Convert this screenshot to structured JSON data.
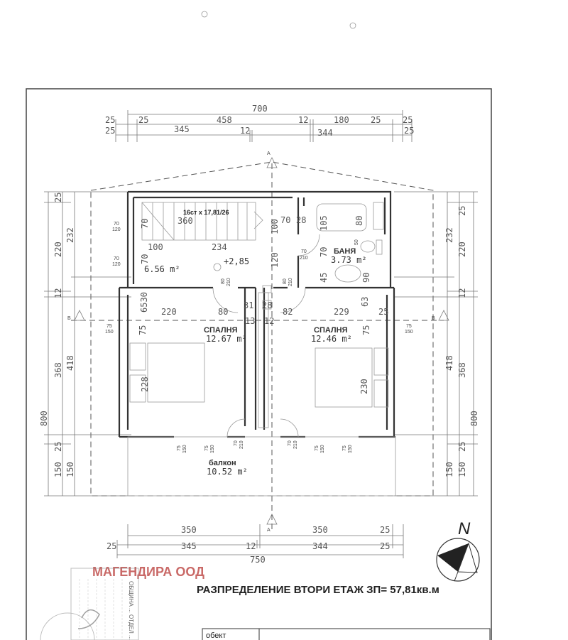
{
  "drawing": {
    "title": "РАЗПРЕДЕЛЕНИЕ  ВТОРИ ЕТАЖ  ЗП= 57,81кв.м",
    "company_stamp": "МАГЕНДИРА ООД",
    "municipal_stamp_text": "ОБЩИНА ... ОТДЕЛ ...",
    "title_block": {
      "label": "обект"
    },
    "north_label": "N",
    "section_marks": {
      "a": "A",
      "b": "B"
    },
    "accent_color": "#c0504d"
  },
  "dimensions": {
    "top_overall": "700",
    "top_row1": [
      "25",
      "25",
      "458",
      "12",
      "180",
      "25",
      "25"
    ],
    "top_row2": [
      "25",
      "345",
      "12",
      "344",
      "25"
    ],
    "bottom_row1": [
      "350",
      "350",
      "25"
    ],
    "bottom_row2": [
      "25",
      "345",
      "12",
      "344",
      "25"
    ],
    "bottom_overall": "750",
    "side_overall": "800",
    "side_col1": [
      "25",
      "220",
      "12",
      "368",
      "25",
      "150"
    ],
    "side_col2": [
      "232",
      "418",
      "150"
    ]
  },
  "rooms": {
    "hall": {
      "area": "6.56 m²",
      "level": "+2,85"
    },
    "stairs": {
      "label": "16ст х 17,81/26",
      "length": "360"
    },
    "bath": {
      "name": "БАНЯ",
      "area": "3.73 m²"
    },
    "bedroom_left": {
      "name": "СПАЛНЯ",
      "area": "12.67 m²",
      "width": "228"
    },
    "bedroom_right": {
      "name": "СПАЛНЯ",
      "area": "12.46 m²",
      "width": "230"
    },
    "balcony": {
      "name": "балкон",
      "area": "10.52 m²"
    }
  },
  "inner_dims": [
    "100",
    "234",
    "70",
    "70",
    "220",
    "80",
    "31",
    "28",
    "82",
    "229",
    "25",
    "63",
    "6530",
    "13",
    "12",
    "120",
    "100",
    "70",
    "28",
    "105",
    "80",
    "50",
    "70",
    "90",
    "45",
    "75",
    "75"
  ],
  "openings": {
    "window_70_120": [
      "70",
      "120"
    ],
    "door_80_210": [
      "80",
      "210"
    ],
    "door_70_210": [
      "70",
      "210"
    ],
    "window_75_150": [
      "75",
      "150"
    ]
  }
}
